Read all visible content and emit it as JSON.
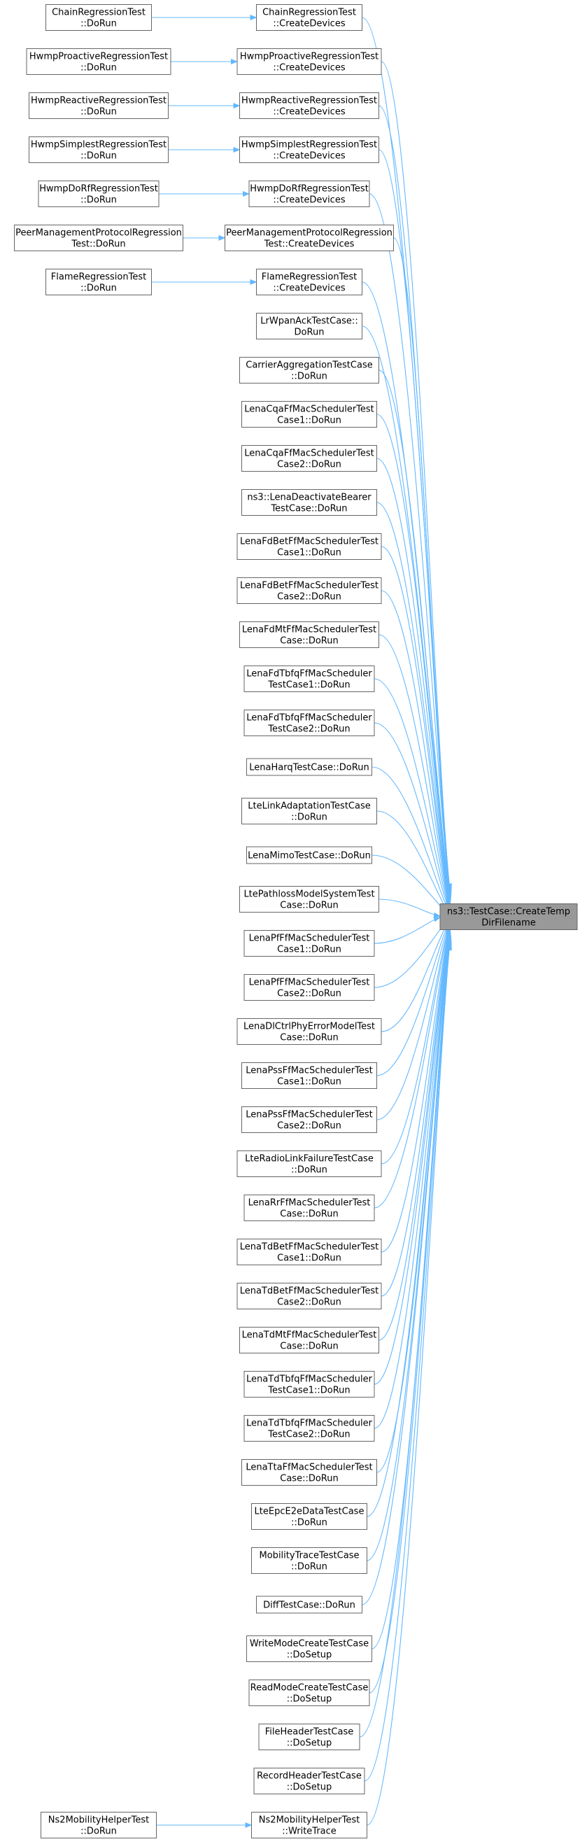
{
  "target": {
    "lines": [
      "ns3::TestCase::CreateTemp",
      "DirFilename"
    ]
  },
  "callers": [
    {
      "lines": [
        "ChainRegressionTest",
        "::CreateDevices"
      ],
      "callers": [
        {
          "lines": [
            "ChainRegressionTest",
            "::DoRun"
          ]
        }
      ]
    },
    {
      "lines": [
        "HwmpProactiveRegressionTest",
        "::CreateDevices"
      ],
      "callers": [
        {
          "lines": [
            "HwmpProactiveRegressionTest",
            "::DoRun"
          ]
        }
      ]
    },
    {
      "lines": [
        "HwmpReactiveRegressionTest",
        "::CreateDevices"
      ],
      "callers": [
        {
          "lines": [
            "HwmpReactiveRegressionTest",
            "::DoRun"
          ]
        }
      ]
    },
    {
      "lines": [
        "HwmpSimplestRegressionTest",
        "::CreateDevices"
      ],
      "callers": [
        {
          "lines": [
            "HwmpSimplestRegressionTest",
            "::DoRun"
          ]
        }
      ]
    },
    {
      "lines": [
        "HwmpDoRfRegressionTest",
        "::CreateDevices"
      ],
      "callers": [
        {
          "lines": [
            "HwmpDoRfRegressionTest",
            "::DoRun"
          ]
        }
      ]
    },
    {
      "lines": [
        "PeerManagementProtocolRegression",
        "Test::CreateDevices"
      ],
      "callers": [
        {
          "lines": [
            "PeerManagementProtocolRegression",
            "Test::DoRun"
          ]
        }
      ]
    },
    {
      "lines": [
        "FlameRegressionTest",
        "::CreateDevices"
      ],
      "callers": [
        {
          "lines": [
            "FlameRegressionTest",
            "::DoRun"
          ]
        }
      ]
    },
    {
      "lines": [
        "LrWpanAckTestCase::",
        "DoRun"
      ]
    },
    {
      "lines": [
        "CarrierAggregationTestCase",
        "::DoRun"
      ]
    },
    {
      "lines": [
        "LenaCqaFfMacSchedulerTest",
        "Case1::DoRun"
      ]
    },
    {
      "lines": [
        "LenaCqaFfMacSchedulerTest",
        "Case2::DoRun"
      ]
    },
    {
      "lines": [
        "ns3::LenaDeactivateBearer",
        "TestCase::DoRun"
      ]
    },
    {
      "lines": [
        "LenaFdBetFfMacSchedulerTest",
        "Case1::DoRun"
      ]
    },
    {
      "lines": [
        "LenaFdBetFfMacSchedulerTest",
        "Case2::DoRun"
      ]
    },
    {
      "lines": [
        "LenaFdMtFfMacSchedulerTest",
        "Case::DoRun"
      ]
    },
    {
      "lines": [
        "LenaFdTbfqFfMacScheduler",
        "TestCase1::DoRun"
      ]
    },
    {
      "lines": [
        "LenaFdTbfqFfMacScheduler",
        "TestCase2::DoRun"
      ]
    },
    {
      "lines": [
        "LenaHarqTestCase::DoRun"
      ]
    },
    {
      "lines": [
        "LteLinkAdaptationTestCase",
        "::DoRun"
      ]
    },
    {
      "lines": [
        "LenaMimoTestCase::DoRun"
      ]
    },
    {
      "lines": [
        "LtePathlossModelSystemTest",
        "Case::DoRun"
      ]
    },
    {
      "lines": [
        "LenaPfFfMacSchedulerTest",
        "Case1::DoRun"
      ]
    },
    {
      "lines": [
        "LenaPfFfMacSchedulerTest",
        "Case2::DoRun"
      ]
    },
    {
      "lines": [
        "LenaDlCtrlPhyErrorModelTest",
        "Case::DoRun"
      ]
    },
    {
      "lines": [
        "LenaPssFfMacSchedulerTest",
        "Case1::DoRun"
      ]
    },
    {
      "lines": [
        "LenaPssFfMacSchedulerTest",
        "Case2::DoRun"
      ]
    },
    {
      "lines": [
        "LteRadioLinkFailureTestCase",
        "::DoRun"
      ]
    },
    {
      "lines": [
        "LenaRrFfMacSchedulerTest",
        "Case::DoRun"
      ]
    },
    {
      "lines": [
        "LenaTdBetFfMacSchedulerTest",
        "Case1::DoRun"
      ]
    },
    {
      "lines": [
        "LenaTdBetFfMacSchedulerTest",
        "Case2::DoRun"
      ]
    },
    {
      "lines": [
        "LenaTdMtFfMacSchedulerTest",
        "Case::DoRun"
      ]
    },
    {
      "lines": [
        "LenaTdTbfqFfMacScheduler",
        "TestCase1::DoRun"
      ]
    },
    {
      "lines": [
        "LenaTdTbfqFfMacScheduler",
        "TestCase2::DoRun"
      ]
    },
    {
      "lines": [
        "LenaTtaFfMacSchedulerTest",
        "Case::DoRun"
      ]
    },
    {
      "lines": [
        "LteEpcE2eDataTestCase",
        "::DoRun"
      ]
    },
    {
      "lines": [
        "MobilityTraceTestCase",
        "::DoRun"
      ]
    },
    {
      "lines": [
        "DiffTestCase::DoRun"
      ]
    },
    {
      "lines": [
        "WriteModeCreateTestCase",
        "::DoSetup"
      ]
    },
    {
      "lines": [
        "ReadModeCreateTestCase",
        "::DoSetup"
      ]
    },
    {
      "lines": [
        "FileHeaderTestCase",
        "::DoSetup"
      ]
    },
    {
      "lines": [
        "RecordHeaderTestCase",
        "::DoSetup"
      ]
    },
    {
      "lines": [
        "Ns2MobilityHelperTest",
        "::WriteTrace"
      ],
      "callers": [
        {
          "lines": [
            "Ns2MobilityHelperTest",
            "::DoRun"
          ]
        }
      ]
    }
  ],
  "colors": {
    "edge": "#63b8ff",
    "target_fill": "#999999",
    "node_border": "#666666"
  }
}
